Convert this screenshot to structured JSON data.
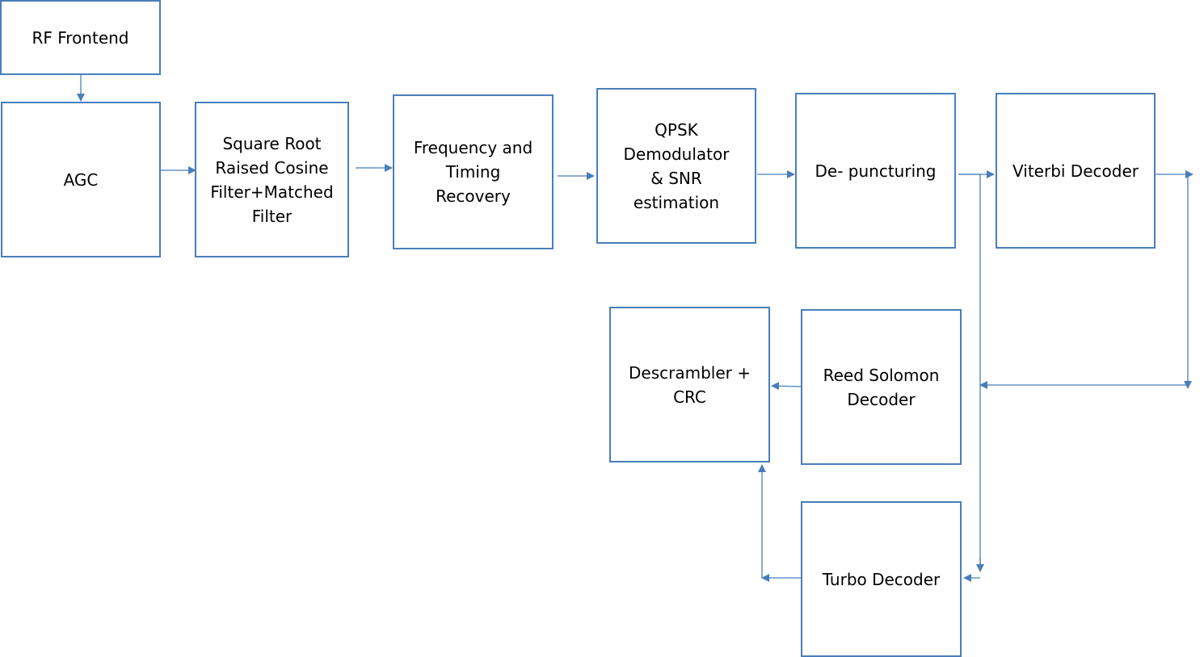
{
  "diagram": {
    "colors": {
      "stroke": "#4a7ebb",
      "text": "#000000",
      "background": "#ffffff"
    },
    "blocks": {
      "rf_frontend": "RF Frontend",
      "agc": "AGC",
      "srrc_filter": "Square Root\nRaised Cosine\nFilter+Matched\nFilter",
      "freq_timing": "Frequency and\nTiming\nRecovery",
      "qpsk_demod": "QPSK\nDemodulator\n& SNR\nestimation",
      "depuncturing": "De- puncturing",
      "viterbi": "Viterbi Decoder",
      "reed_solomon": "Reed Solomon\nDecoder",
      "descrambler": "Descrambler +\nCRC",
      "turbo": "Turbo Decoder"
    }
  }
}
